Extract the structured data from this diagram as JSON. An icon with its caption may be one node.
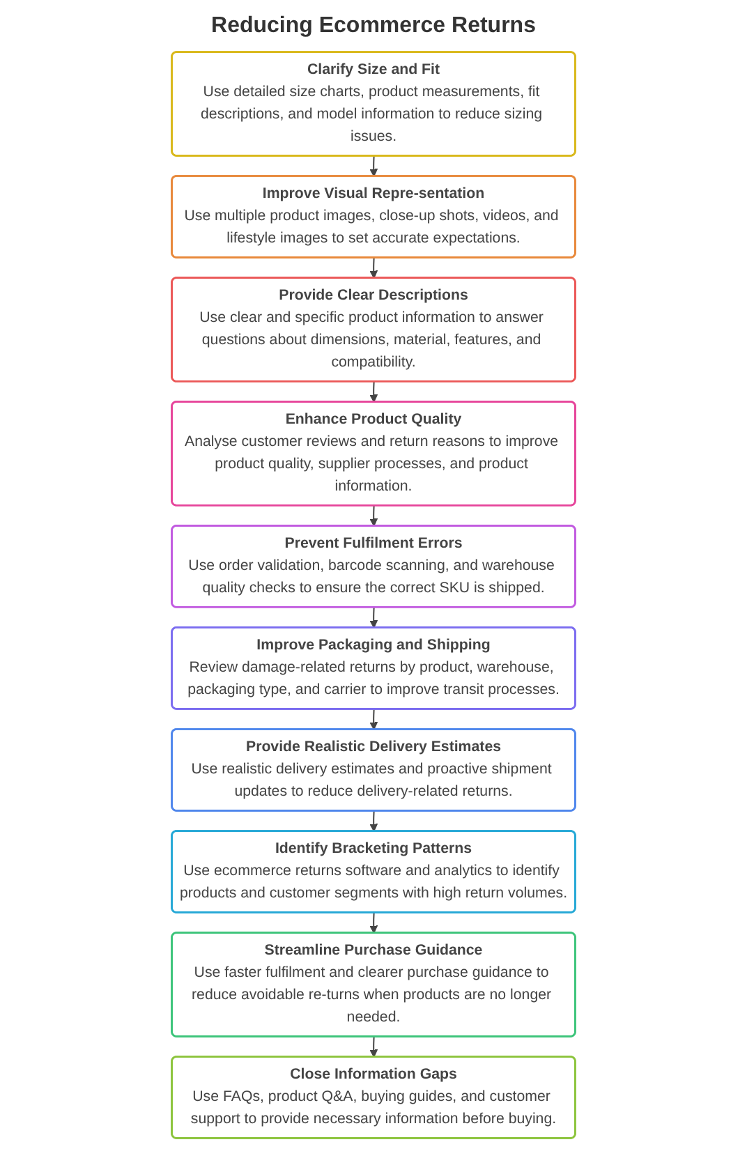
{
  "diagram": {
    "title": "Reducing Ecommerce Returns",
    "nodes": [
      {
        "text": [
          "Clarify Size and Fit",
          "Use detailed size charts, product measurements, fit descriptions, and model information to reduce sizing issues."
        ]
      },
      {
        "text": [
          "Improve Visual Repre-sentation",
          "Use multiple product images, close-up shots, videos, and lifestyle images to set accurate expectations."
        ]
      },
      {
        "text": [
          "Provide Clear Descriptions",
          "Use clear and specific product information to answer questions about dimensions, material, features, and compatibility."
        ]
      },
      {
        "text": [
          "Enhance Product Quality",
          "Analyse customer reviews and return reasons to improve product quality, supplier processes, and product information."
        ]
      },
      {
        "text": [
          "Prevent Fulfilment Errors",
          "Use order validation, barcode scanning, and warehouse quality checks to ensure the correct SKU is shipped."
        ]
      },
      {
        "text": [
          "Improve Packaging and Shipping",
          "Review damage-related returns by product, warehouse, packaging type, and carrier to improve transit processes."
        ]
      },
      {
        "text": [
          "Provide Realistic Delivery Estimates",
          "Use realistic delivery estimates and proactive shipment updates to reduce delivery-related returns."
        ]
      },
      {
        "text": [
          "Identify Bracketing Patterns",
          "Use ecommerce returns software and analytics to identify products and customer segments with high return volumes."
        ]
      },
      {
        "text": [
          "Streamline Purchase Guidance",
          "Use faster fulfilment and clearer purchase guidance to reduce avoidable re-turns when products are no longer needed."
        ]
      },
      {
        "text": [
          "Close Information Gaps",
          "Use FAQs, product Q&A, buying guides, and customer support to provide necessary information before buying."
        ]
      }
    ],
    "edges": [
      {
        "from": 0,
        "to": 1,
        "arrow": "to"
      },
      {
        "from": 1,
        "to": 2,
        "arrow": "to"
      },
      {
        "from": 2,
        "to": 3,
        "arrow": "to"
      },
      {
        "from": 3,
        "to": 4,
        "arrow": "to"
      },
      {
        "from": 4,
        "to": 5,
        "arrow": "to"
      },
      {
        "from": 5,
        "to": 6,
        "arrow": "to"
      },
      {
        "from": 6,
        "to": 7,
        "arrow": "to"
      },
      {
        "from": 7,
        "to": 8,
        "arrow": "to"
      },
      {
        "from": 8,
        "to": 9,
        "arrow": "to"
      }
    ]
  }
}
